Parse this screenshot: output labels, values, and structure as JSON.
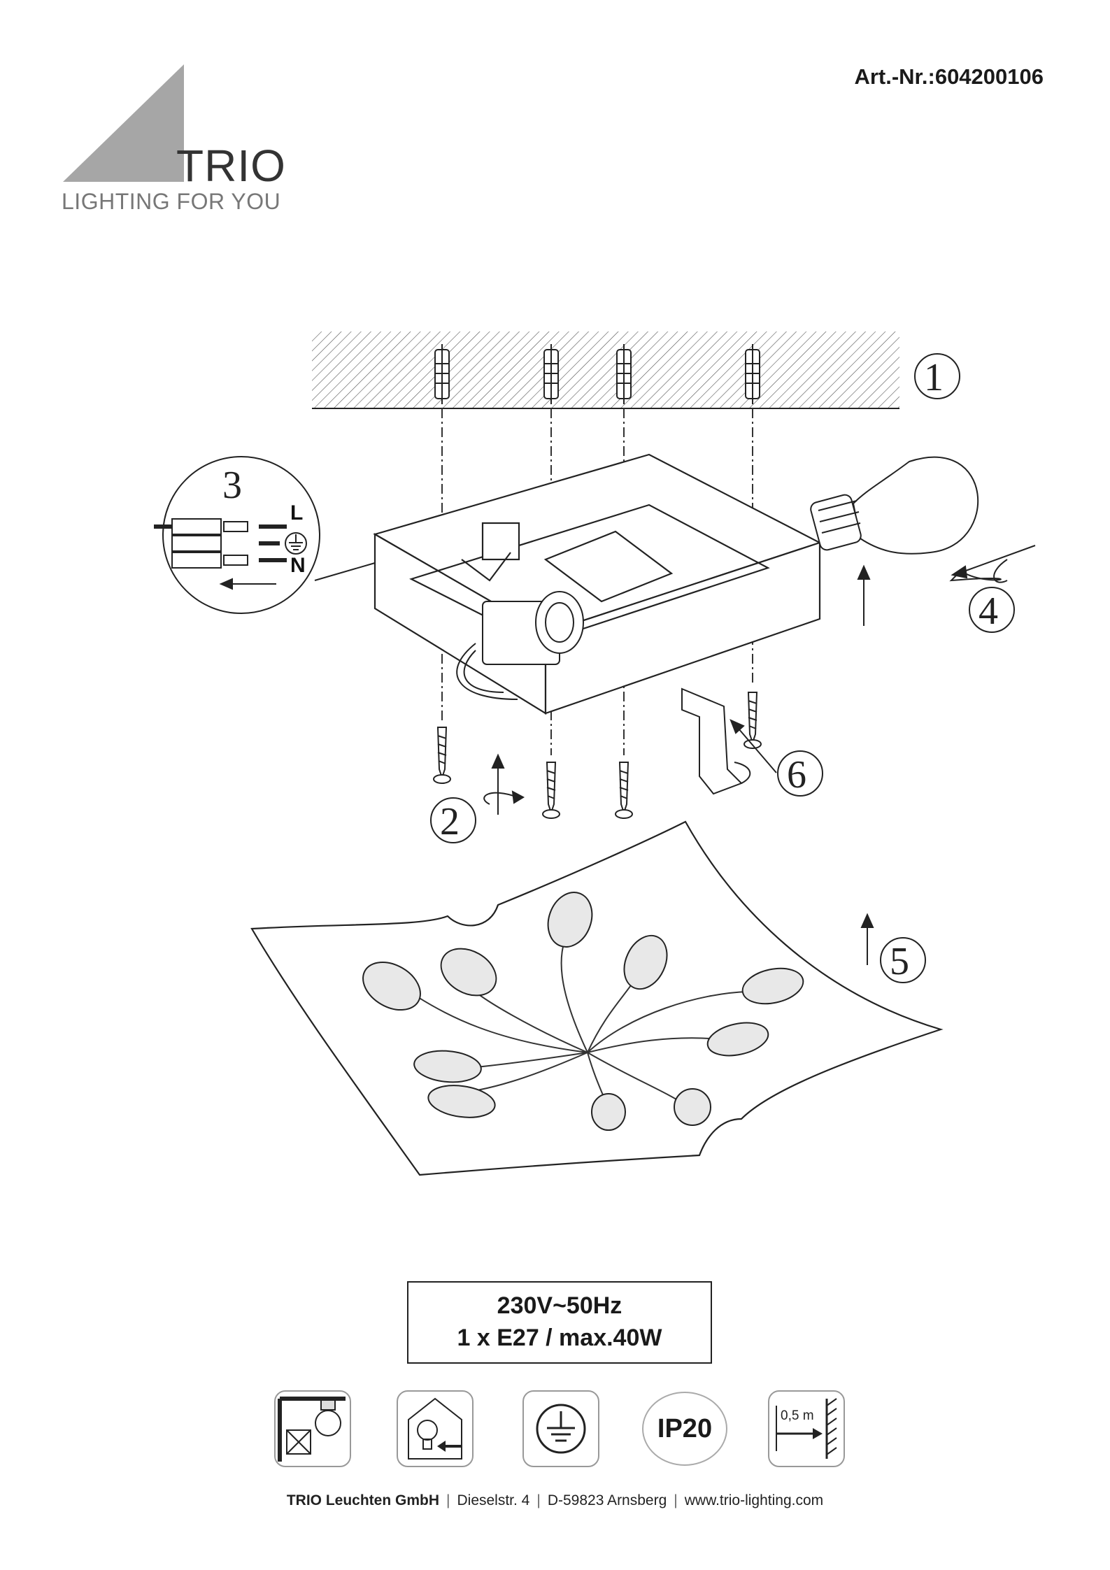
{
  "header": {
    "brand_name": "TRIO",
    "brand_tagline": "LIGHTING FOR YOU",
    "article_number": "Art.-Nr.:604200106"
  },
  "diagram": {
    "steps": [
      "1",
      "2",
      "3",
      "4",
      "5",
      "6"
    ],
    "wiring_labels": {
      "live": "L",
      "neutral": "N"
    }
  },
  "specs": {
    "line1": "230V~50Hz",
    "line2": "1 x E27 / max.40W"
  },
  "symbols": {
    "ip_rating": "IP20",
    "min_distance": "0,5 m"
  },
  "footer": {
    "company": "TRIO Leuchten GmbH",
    "street": "Dieselstr. 4",
    "city": "D-59823 Arnsberg",
    "website": "www.trio-lighting.com"
  }
}
